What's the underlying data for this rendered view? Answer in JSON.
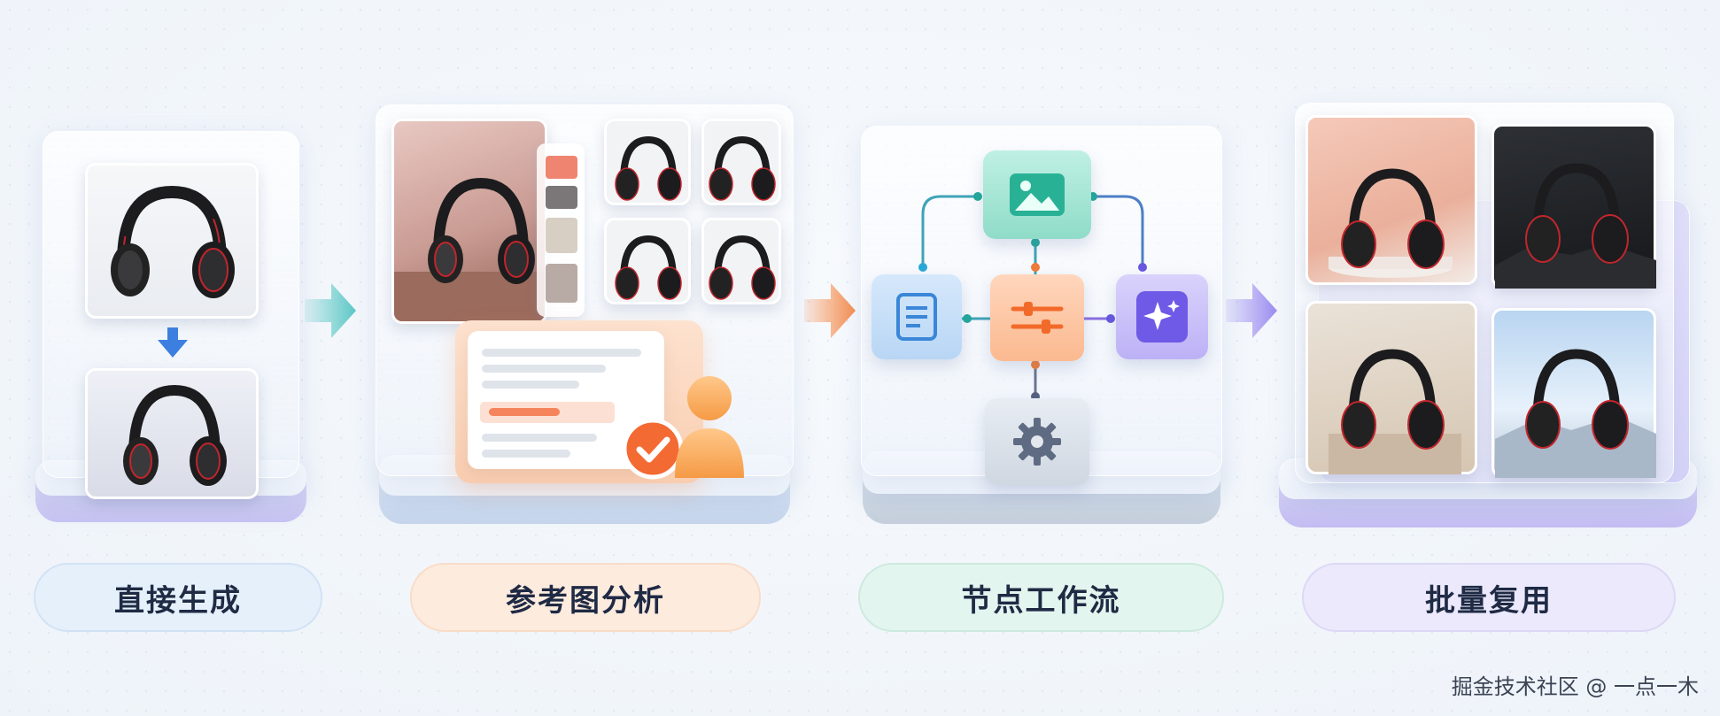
{
  "steps": [
    {
      "label": "直接生成",
      "icon": "headphone-generate-icon"
    },
    {
      "label": "参考图分析",
      "icon": "reference-analysis-icon"
    },
    {
      "label": "节点工作流",
      "icon": "node-workflow-icon"
    },
    {
      "label": "批量复用",
      "icon": "batch-reuse-icon"
    }
  ],
  "colors": {
    "pill1": "#e6f0fb",
    "pill2": "#fdebde",
    "pill3": "#e3f5ef",
    "pill4": "#ebe9fb",
    "arrow1": "#5cc7c6",
    "arrow2": "#f58d4f",
    "arrow3": "#9a8cf0"
  },
  "watermark": "掘金技术社区 @ 一点一木"
}
